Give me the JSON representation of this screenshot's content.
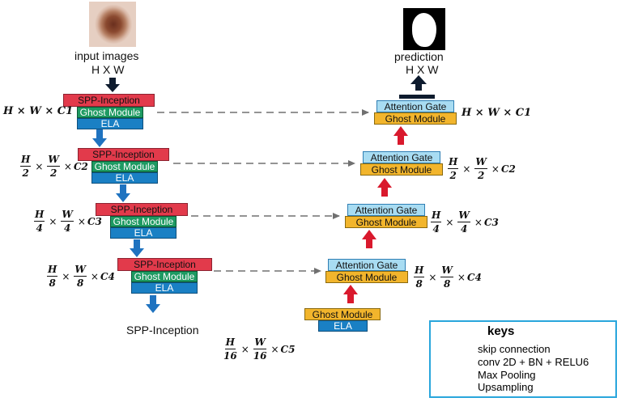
{
  "input": {
    "label": "input images",
    "size": "H X W"
  },
  "output": {
    "label": "prediction",
    "size": "H X W"
  },
  "modules": {
    "spp": "SPP-Inception",
    "ghost": "Ghost Module",
    "ela": "ELA",
    "attention": "Attention Gate"
  },
  "bottom_label": "SPP-Inception",
  "dims": {
    "level1": {
      "text": "H × W × C1"
    },
    "level2": {
      "num1": "H",
      "den1": "2",
      "num2": "W",
      "den2": "2",
      "tail": "C2"
    },
    "level3": {
      "num1": "H",
      "den1": "4",
      "num2": "W",
      "den2": "4",
      "tail": "C3"
    },
    "level4": {
      "num1": "H",
      "den1": "8",
      "num2": "W",
      "den2": "8",
      "tail": "C4"
    },
    "level5": {
      "num1": "H",
      "den1": "16",
      "num2": "W",
      "den2": "16",
      "tail": "C5"
    }
  },
  "keys": {
    "title": "keys",
    "items": [
      {
        "label": "skip connection",
        "style": "dashed-arrow"
      },
      {
        "label": "conv 2D + BN + RELU6",
        "style": "thick-line"
      },
      {
        "label": "Max  Pooling",
        "style": "blue-arrow"
      },
      {
        "label": "Upsampling",
        "style": "red-arrow"
      }
    ]
  },
  "colors": {
    "spp": "#e23a4b",
    "ghost_encoder": "#1e9a62",
    "ela": "#1a80c4",
    "attention": "#a8dcf2",
    "ghost_decoder": "#f2b52c",
    "pool_arrow": "#1f73c0",
    "up_arrow": "#d9192d",
    "key_border": "#29a6dc"
  }
}
